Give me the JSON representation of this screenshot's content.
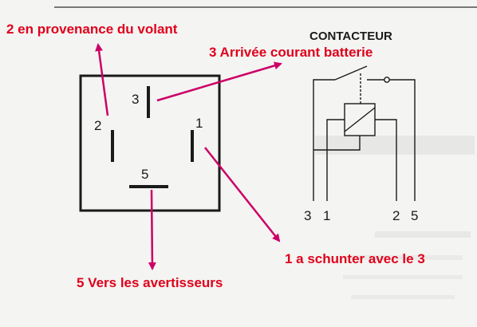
{
  "annotations": {
    "from_steering": "2 en provenance du volant",
    "battery_in": "3 Arrivée courant batterie",
    "shunt": "1 a schunter avec le 3",
    "to_warnings": "5  Vers les avertisseurs"
  },
  "connector": {
    "pin3": "3",
    "pin2": "2",
    "pin1": "1",
    "pin5": "5"
  },
  "schematic": {
    "title": "CONTACTEUR",
    "terminals": [
      "3",
      "1",
      "2",
      "5"
    ]
  },
  "colors": {
    "annotation": "#e0001b",
    "arrow": "#cc0066",
    "line": "#1a1a1a",
    "paper": "#f4f4f2"
  }
}
